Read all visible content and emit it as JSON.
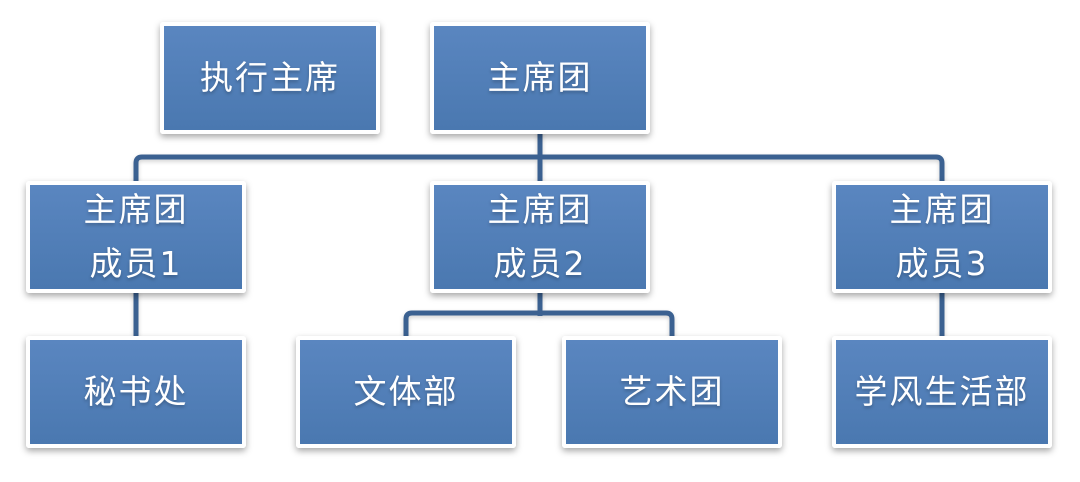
{
  "diagram": {
    "type": "org-chart",
    "colors": {
      "background": "#ffffff",
      "box_fill_light": "#5a86c0",
      "box_fill_dark": "#4a78b0",
      "box_border": "#ffffff",
      "connector": "#3b6191",
      "text": "#ffffff"
    },
    "nodes": {
      "executive_chair": {
        "label": "执行主席"
      },
      "presidium": {
        "label": "主席团"
      },
      "member1": {
        "line1": "主席团",
        "line2": "成员1"
      },
      "member2": {
        "line1": "主席团",
        "line2": "成员2"
      },
      "member3": {
        "line1": "主席团",
        "line2": "成员3"
      },
      "secretariat": {
        "label": "秘书处"
      },
      "culture_sports_dept": {
        "label": "文体部"
      },
      "art_troupe": {
        "label": "艺术团"
      },
      "study_life_dept": {
        "label": "学风生活部"
      }
    },
    "edges": [
      {
        "from": "主席团",
        "to": "主席团成员1"
      },
      {
        "from": "主席团",
        "to": "主席团成员2"
      },
      {
        "from": "主席团",
        "to": "主席团成员3"
      },
      {
        "from": "主席团成员1",
        "to": "秘书处"
      },
      {
        "from": "主席团成员2",
        "to": "文体部"
      },
      {
        "from": "主席团成员2",
        "to": "艺术团"
      },
      {
        "from": "主席团成员3",
        "to": "学风生活部"
      }
    ]
  }
}
